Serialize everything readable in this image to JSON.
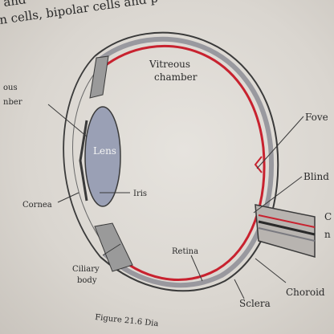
{
  "top_text": {
    "line1": "and",
    "line2": "n cells, bipolar cells and p"
  },
  "labels": {
    "vitreous_line1": "Vitreous",
    "vitreous_line2": "chamber",
    "aqueous_line1": "ous",
    "aqueous_line2": "nber",
    "lens": "Lens",
    "iris": "Iris",
    "cornea": "Cornea",
    "ciliary_line1": "Ciliary",
    "ciliary_line2": "body",
    "retina": "Retina",
    "sclera": "Sclera",
    "choroid": "Choroid",
    "fovea": "Fove",
    "blind": "Blind",
    "right_c": "C",
    "right_n": "n"
  },
  "caption": "Figure 21.6  Dia",
  "colors": {
    "retina": "#c8222f",
    "outline": "#3a3a3a",
    "lens": "#9aa0b5"
  }
}
